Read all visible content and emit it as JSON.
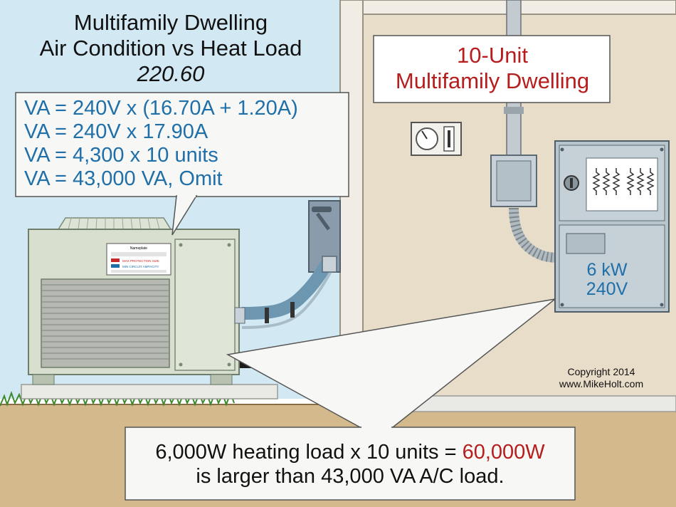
{
  "title": {
    "line1": "Multifamily Dwelling",
    "line2": "Air Condition vs Heat Load",
    "section": "220.60"
  },
  "calculation": {
    "line1": "VA = 240V x (16.70A + 1.20A)",
    "line2": "VA = 240V x 17.90A",
    "line3": "VA = 4,300 x 10 units",
    "line4": "VA = 43,000 VA, Omit"
  },
  "building_label": {
    "line1": "10-Unit",
    "line2": "Multifamily Dwelling"
  },
  "heater_label": {
    "line1": "6 kW",
    "line2": "240V"
  },
  "copyright": {
    "line1": "Copyright 2014",
    "line2": "www.MikeHolt.com"
  },
  "conclusion": {
    "part1": "6,000W heating load x 10 units = ",
    "highlight": "60,000W",
    "line2": "is larger than 43,000 VA A/C load."
  },
  "nameplate": {
    "heading": "Nameplate",
    "row1": "MAX PROTECTION SIZE",
    "row2": "MIN CIRCUIT AMPACITY"
  },
  "colors": {
    "sky": "#d2e8f3",
    "wall": "#e8ddc9",
    "ground": "#d4b98d",
    "accent_blue": "#1f6fa8",
    "accent_red": "#b81d1d"
  }
}
